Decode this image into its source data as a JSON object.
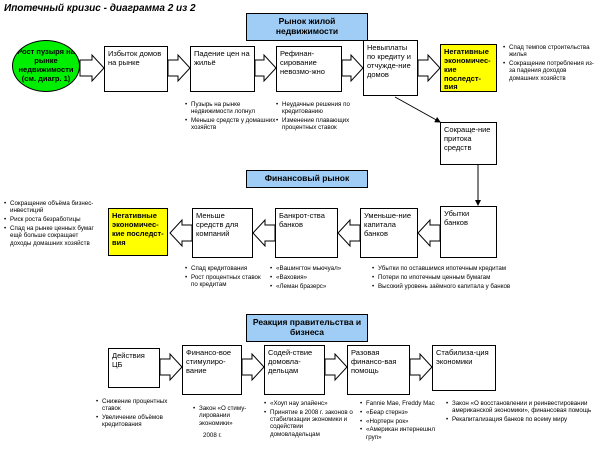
{
  "title": "Ипотечный кризис - диаграмма 2 из 2",
  "headers": {
    "housing": "Рынок жилой недвижимости",
    "financial": "Финансовый рынок",
    "government": "Реакция правительства и бизнеса"
  },
  "row1": {
    "bubble": "Рост пузыря на рынке недвижимости (см. диагр. 1)",
    "b1": "Избыток домов на рынке",
    "b2": "Падение цен на жильё",
    "b3": "Рефинан-сирование невозмо-жно",
    "b4": "Невыплаты по кредиту и отчужде-ние домов",
    "neg": "Негативные экономичес-кие последст-вия",
    "cut": "Сокраще-ние притока средств"
  },
  "row1_bullets": {
    "b2": [
      "Пузырь на рынке недвижимости лопнул",
      "Меньше средств у домашних хозяйств"
    ],
    "b3": [
      "Неудачные решения по кредитованию",
      "Изменение плавающих процентных ставок"
    ],
    "neg": [
      "Спад темпов строительства жилья",
      "Сокращение потребления из-за падения доходов домашних хозяйств"
    ]
  },
  "row2": {
    "neg": "Негативные экономичес-кие последст-вия",
    "b1": "Меньше средств для компаний",
    "b2": "Банкрот-ства банков",
    "b3": "Уменьше-ние капитала банков",
    "b4": "Убытки банков"
  },
  "row2_bullets": {
    "left": [
      "Сокращение объёма бизнес-инвестиций",
      "Риск роста безработицы",
      "Спад на рынке ценных бумаг ещё больше сокращает доходы домашних хозяйств"
    ],
    "b1": [
      "Спад кредитования",
      "Рост процентных ставок по кредитам"
    ],
    "b2": [
      "«Вашингтон мьючуал»",
      "«Ваховия»",
      "«Леман бразерс»"
    ],
    "b3": [
      "Убытки по оставшимся ипотечным кредитам",
      "Потери по ипотечным ценным бумагам",
      "Высокий уровень заёмного капитала у банков"
    ]
  },
  "row3": {
    "b1": "Действия ЦБ",
    "b2": "Финансо-вое стимулиро-вание",
    "b3": "Содей-ствие домовла-дельцам",
    "b4": "Разовая финансо-вая помощь",
    "b5": "Стабилиза-ция экономики"
  },
  "row3_bullets": {
    "b1": [
      "Снижение процентных ставок",
      "Увеличение объёмов кредитования"
    ],
    "b2": [
      "Закон «О стиму-лировании экономики»"
    ],
    "b2_year": "2008 г.",
    "b3": [
      "«Хоуп нау элайенс»",
      "Принятие в 2008 г. законов о стабилизации экономики и содействии домовладельцам"
    ],
    "b4": [
      "Fannie Mae, Freddy Mac",
      "«Беар стернз»",
      "«Нортерн рок»",
      "«Американ интернешнл груп»"
    ],
    "b5": [
      "Закон «О восстановлении и реинвестировании американской экономики», финансовая помощь",
      "Рекапитализация банков по всему миру"
    ]
  },
  "colors": {
    "header": "#9fcdf5",
    "highlight": "#ffff00",
    "bubble": "#00ee00"
  }
}
